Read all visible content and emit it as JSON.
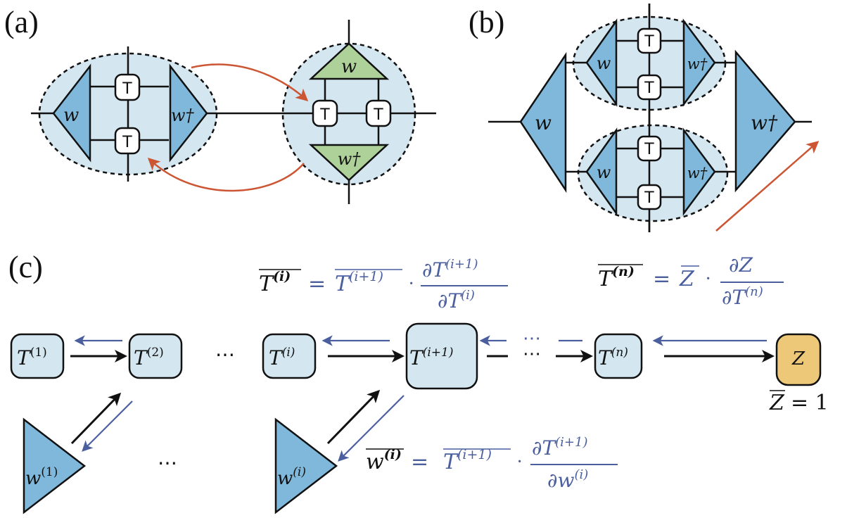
{
  "figure": {
    "panels": {
      "a": {
        "label": "(a)"
      },
      "b": {
        "label": "(b)"
      },
      "c": {
        "label": "(c)"
      }
    },
    "tensor_symbol": "T",
    "isometry_symbol": "w",
    "isometry_dagger_symbol": "w†",
    "colors": {
      "blob_fill": "#d4e6ef",
      "isometry_blue": "#7fb8da",
      "isometry_green": "#add199",
      "z_node": "#ecc878",
      "forward_arrow": "#111111",
      "backward_arrow": "#4b5f9f",
      "iteration_arrow": "#cc5533"
    }
  },
  "panel_c": {
    "nodes": {
      "t1": {
        "base": "T",
        "sup": "(1)"
      },
      "t2": {
        "base": "T",
        "sup": "(2)"
      },
      "ti": {
        "base": "T",
        "sup": "(i)"
      },
      "ti1": {
        "base": "T",
        "sup": "(i+1)"
      },
      "tn": {
        "base": "T",
        "sup": "(n)"
      },
      "z": {
        "base": "Z"
      },
      "w1": {
        "base": "w",
        "sup": "(1)"
      },
      "wi": {
        "base": "w",
        "sup": "(i)"
      }
    },
    "ellipsis": "⋯",
    "z_bar_eq": {
      "lhs": "Z",
      "rhs": "= 1"
    },
    "eq_T_i": {
      "lhs_base": "T",
      "lhs_sup": "(i)",
      "eq": "=",
      "rhs_base": "T",
      "rhs_sup": "(i+1)",
      "dot": "·",
      "num": "∂T",
      "num_sup": "(i+1)",
      "den": "∂T",
      "den_sup": "(i)"
    },
    "eq_T_n": {
      "lhs_base": "T",
      "lhs_sup": "(n)",
      "eq": "=",
      "rhs_base": "Z",
      "dot": "·",
      "num": "∂Z",
      "den": "∂T",
      "den_sup": "(n)"
    },
    "eq_w_i": {
      "lhs_base": "w",
      "lhs_sup": "(i)",
      "eq": "=",
      "rhs_base": "T",
      "rhs_sup": "(i+1)",
      "dot": "·",
      "num": "∂T",
      "num_sup": "(i+1)",
      "den": "∂w",
      "den_sup": "(i)"
    }
  }
}
